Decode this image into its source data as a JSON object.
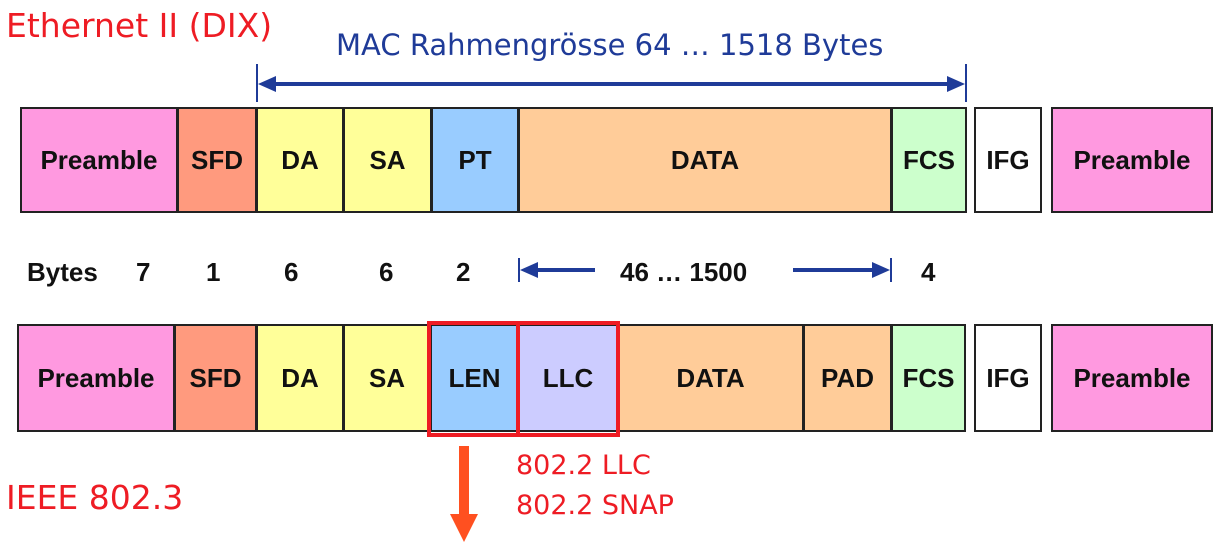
{
  "titles": {
    "ethernet": "Ethernet II  (DIX)",
    "ieee": "IEEE 802.3",
    "mac_size": "MAC Rahmengrösse  64 … 1518 Bytes"
  },
  "colors": {
    "preamble": "#ff99e0",
    "sfd": "#ff9a7e",
    "addr": "#ffff99",
    "pt": "#99ccff",
    "data": "#ffcc99",
    "fcs": "#ccffcc",
    "ifg": "#ffffff",
    "llc": "#ccccff",
    "highlight": "#ee1c24",
    "arrow_blue": "#1f3b98"
  },
  "ethernet_frame": [
    {
      "label": "Preamble",
      "color": "preamble"
    },
    {
      "label": "SFD",
      "color": "sfd"
    },
    {
      "label": "DA",
      "color": "addr"
    },
    {
      "label": "SA",
      "color": "addr"
    },
    {
      "label": "PT",
      "color": "pt"
    },
    {
      "label": "DATA",
      "color": "data"
    },
    {
      "label": "FCS",
      "color": "fcs"
    },
    {
      "label": "IFG",
      "color": "ifg"
    },
    {
      "label": "Preamble",
      "color": "preamble"
    }
  ],
  "ieee_frame": [
    {
      "label": "Preamble",
      "color": "preamble"
    },
    {
      "label": "SFD",
      "color": "sfd"
    },
    {
      "label": "DA",
      "color": "addr"
    },
    {
      "label": "SA",
      "color": "addr"
    },
    {
      "label": "LEN",
      "color": "pt"
    },
    {
      "label": "LLC",
      "color": "llc"
    },
    {
      "label": "DATA",
      "color": "data"
    },
    {
      "label": "PAD",
      "color": "data"
    },
    {
      "label": "FCS",
      "color": "fcs"
    },
    {
      "label": "IFG",
      "color": "ifg"
    },
    {
      "label": "Preamble",
      "color": "preamble"
    }
  ],
  "bytes": {
    "label": "Bytes",
    "preamble": "7",
    "sfd": "1",
    "da": "6",
    "sa": "6",
    "pt": "2",
    "data": "46 … 1500",
    "fcs": "4"
  },
  "notes": {
    "llc": "802.2 LLC",
    "snap": "802.2 SNAP"
  }
}
